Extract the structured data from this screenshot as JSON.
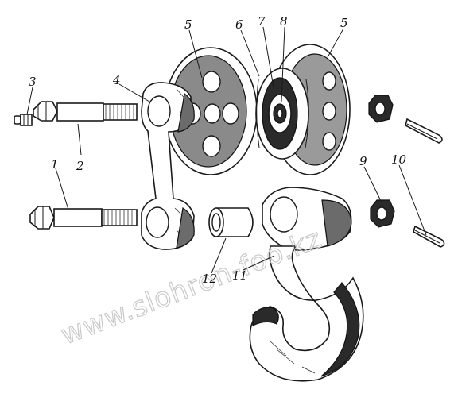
{
  "callouts": {
    "c1": "1",
    "c2": "2",
    "c3": "3",
    "c4": "4",
    "c5a": "5",
    "c5b": "5",
    "c6": "6",
    "c7": "7",
    "c8": "8",
    "c9": "9",
    "c10": "10",
    "c11": "11",
    "c12": "12"
  },
  "watermark": "www.slohron-foo.kz"
}
